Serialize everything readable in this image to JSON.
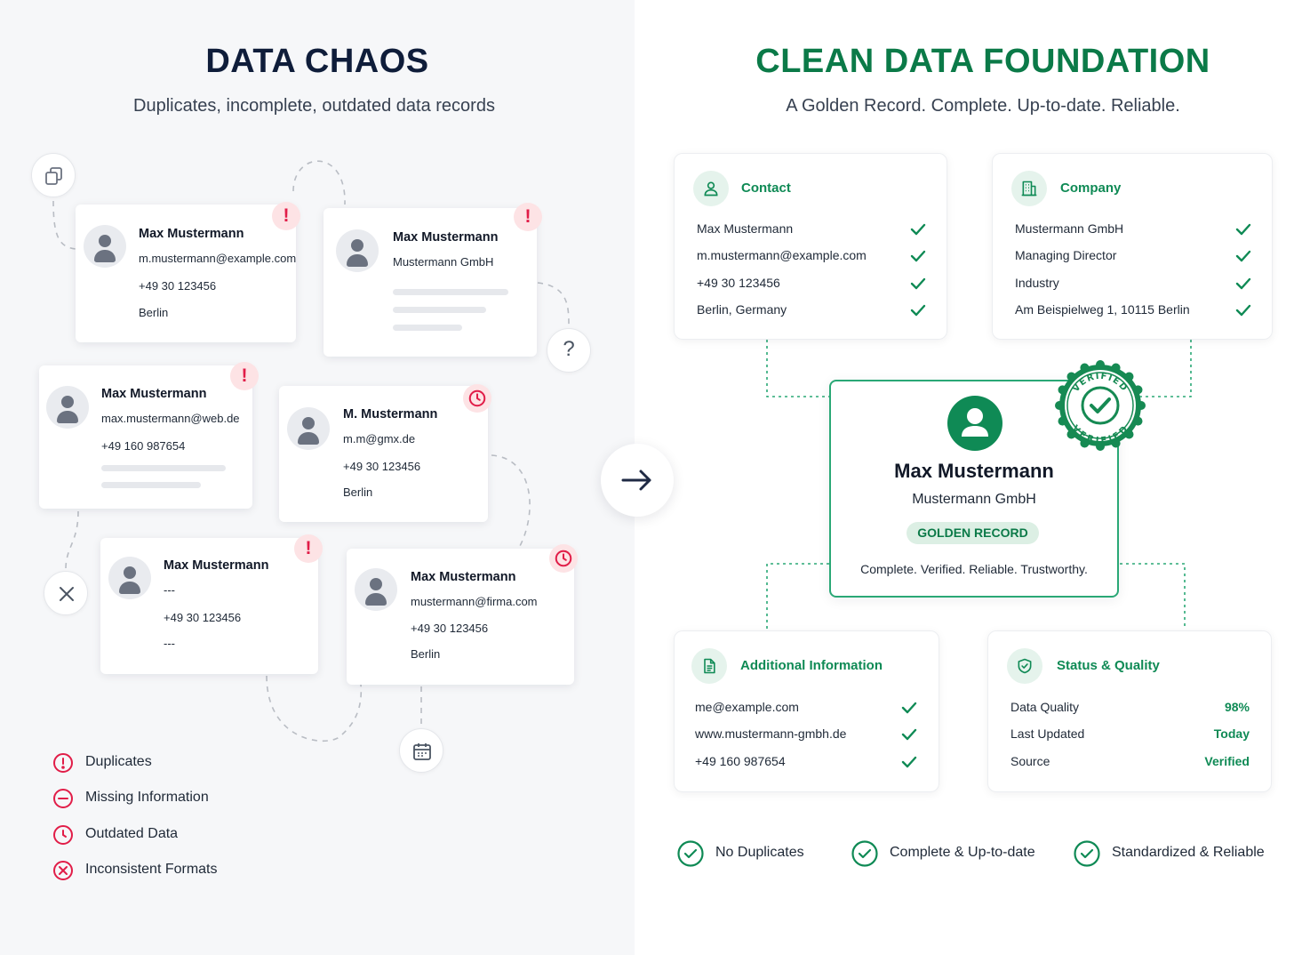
{
  "left": {
    "title": "DATA CHAOS",
    "subtitle": "Duplicates, incomplete, outdated data records",
    "cards": [
      {
        "name": "Max Mustermann",
        "lines": [
          "m.mustermann@example.com",
          "+49 30 123456",
          "Berlin"
        ],
        "flag": "duplicate"
      },
      {
        "name": "Max Mustermann",
        "lines": [
          "Mustermann GmbH"
        ],
        "flag": "duplicate"
      },
      {
        "name": "Max Mustermann",
        "lines": [
          "max.mustermann@web.de",
          "+49 160 987654"
        ],
        "flag": "duplicate"
      },
      {
        "name": "M. Mustermann",
        "lines": [
          "m.m@gmx.de",
          "+49 30 123456",
          "Berlin"
        ],
        "flag": "outdated"
      },
      {
        "name": "Max Mustermann",
        "lines": [
          "---",
          "+49 30 123456",
          "---"
        ],
        "flag": "duplicate"
      },
      {
        "name": "Max Mustermann",
        "lines": [
          "mustermann@firma.com",
          "+49 30 123456",
          "Berlin"
        ],
        "flag": "outdated"
      }
    ],
    "alert_glyph": "!",
    "question_glyph": "?",
    "legend": [
      {
        "label": "Duplicates",
        "icon": "alert-circle-icon"
      },
      {
        "label": "Missing Information",
        "icon": "minus-circle-icon"
      },
      {
        "label": "Outdated Data",
        "icon": "clock-icon"
      },
      {
        "label": "Inconsistent Formats",
        "icon": "x-circle-icon"
      }
    ],
    "colors": {
      "alert": "#e11d48",
      "alert_bg": "#fde3e5"
    }
  },
  "right": {
    "title": "CLEAN DATA FOUNDATION",
    "subtitle": "A Golden Record. Complete. Up-to-date. Reliable.",
    "contact": {
      "title": "Contact",
      "rows": [
        "Max Mustermann",
        "m.mustermann@example.com",
        "+49 30 123456",
        "Berlin, Germany"
      ]
    },
    "company": {
      "title": "Company",
      "rows": [
        "Mustermann GmbH",
        "Managing Director",
        "Industry",
        "Am Beispielweg 1, 10115 Berlin"
      ]
    },
    "golden": {
      "name": "Max Mustermann",
      "company": "Mustermann GmbH",
      "badge": "GOLDEN RECORD",
      "tagline": "Complete. Verified. Reliable. Trustworthy.",
      "seal_text": "VERIFIED"
    },
    "additional": {
      "title": "Additional Information",
      "rows": [
        "me@example.com",
        "www.mustermann-gmbh.de",
        "+49 160 987654"
      ]
    },
    "status": {
      "title": "Status & Quality",
      "rows": [
        {
          "label": "Data Quality",
          "value": "98%"
        },
        {
          "label": "Last Updated",
          "value": "Today"
        },
        {
          "label": "Source",
          "value": "Verified"
        }
      ]
    },
    "benefits": [
      "No Duplicates",
      "Complete & Up-to-date",
      "Standardized & Reliable"
    ],
    "colors": {
      "accent": "#0f8a55",
      "title": "#0b7a48",
      "accent_light": "#e5f3ec"
    }
  }
}
